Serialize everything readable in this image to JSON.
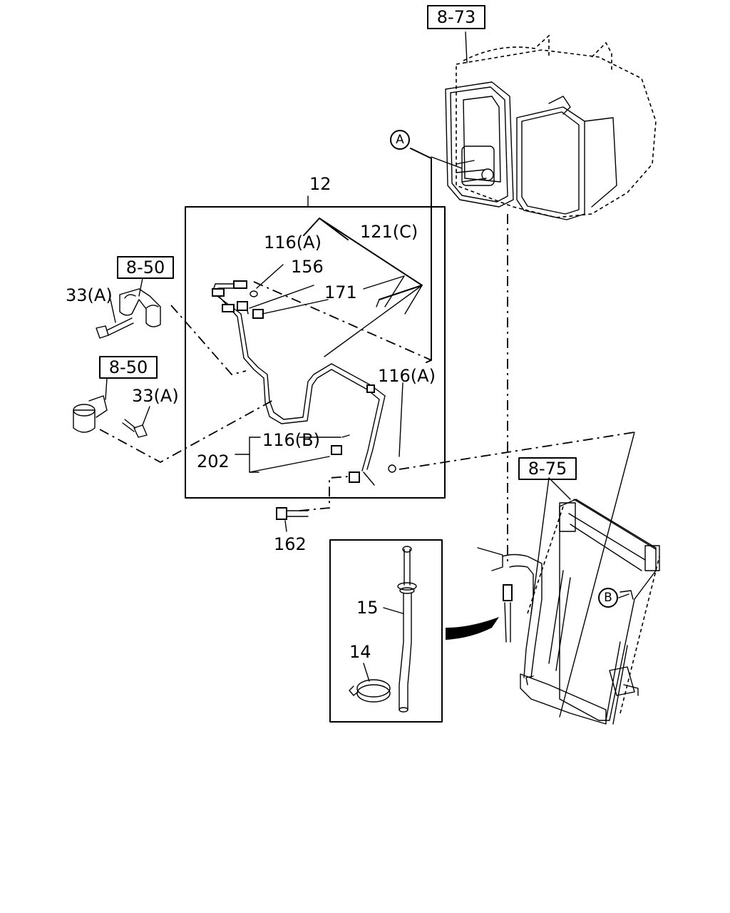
{
  "refs": {
    "ref_8_73": "8-73",
    "ref_8_50_top": "8-50",
    "ref_8_50_bottom": "8-50",
    "ref_8_75": "8-75"
  },
  "circles": {
    "A": "A",
    "B": "B"
  },
  "parts": {
    "p12": "12",
    "p116A_top": "116(A)",
    "p121C": "121(C)",
    "p156": "156",
    "p171": "171",
    "p33A_top": "33(A)",
    "p33A_bottom": "33(A)",
    "p116A_right": "116(A)",
    "p116B": "116(B)",
    "p202": "202",
    "p162": "162",
    "p15": "15",
    "p14": "14"
  }
}
